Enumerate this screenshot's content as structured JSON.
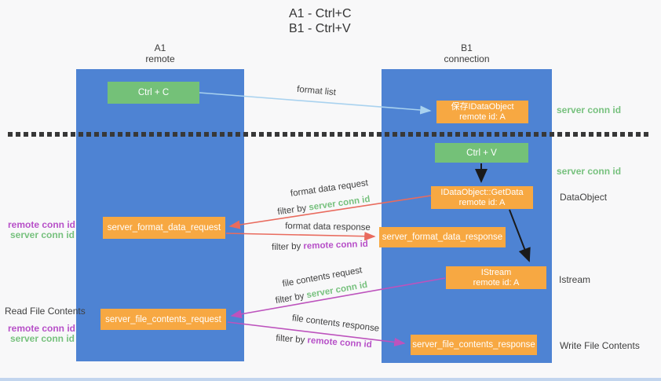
{
  "title": {
    "line1": "A1 - Ctrl+C",
    "line2": "B1 - Ctrl+V"
  },
  "lanes": {
    "a": {
      "name": "A1",
      "subtitle": "remote"
    },
    "b": {
      "name": "B1",
      "subtitle": "connection"
    }
  },
  "nodes": {
    "ctrl_c": {
      "label": "Ctrl + C"
    },
    "save_dataobject": {
      "line1": "保存IDataObject",
      "line2": "remote id: A"
    },
    "ctrl_v": {
      "label": "Ctrl + V"
    },
    "getdata": {
      "line1": "IDataObject::GetData",
      "line2": "remote id: A"
    },
    "format_request": {
      "label": "server_format_data_request"
    },
    "format_response": {
      "label": "server_format_data_response"
    },
    "istream": {
      "line1": "IStream",
      "line2": "remote id: A"
    },
    "file_request": {
      "label": "server_file_contents_request"
    },
    "file_response": {
      "label": "server_file_contents_response"
    }
  },
  "edge_labels": {
    "format_list": "format list",
    "format_data_request": "format data request",
    "format_data_response": "format data response",
    "file_contents_request": "file contents request",
    "file_contents_response": "file contents response",
    "filter_by": "filter by",
    "server_conn_id": "server conn id",
    "remote_conn_id": "remote conn id"
  },
  "annotations": {
    "right_server_conn_id_top": "server conn id",
    "right_server_conn_id_mid": "server conn id",
    "right_dataobject": "DataObject",
    "right_istream": "Istream",
    "right_write_file_contents": "Write File Contents",
    "left_remote_conn_id_top": "remote conn id",
    "left_server_conn_id_top": "server conn id",
    "left_read_file_contents": "Read File Contents",
    "left_remote_conn_id_bottom": "remote conn id",
    "left_server_conn_id_bottom": "server conn id"
  },
  "colors": {
    "lane_blue": "#4e83d3",
    "node_green": "#74c178",
    "node_orange": "#f7a842",
    "arrow_light_blue": "#a9d2ef",
    "arrow_red": "#e96b5e",
    "arrow_magenta": "#bd53bd",
    "arrow_black": "#1a1a1a",
    "label_green": "#77c17e",
    "label_purple": "#b750c8",
    "text_gray": "#3f3f3f"
  }
}
